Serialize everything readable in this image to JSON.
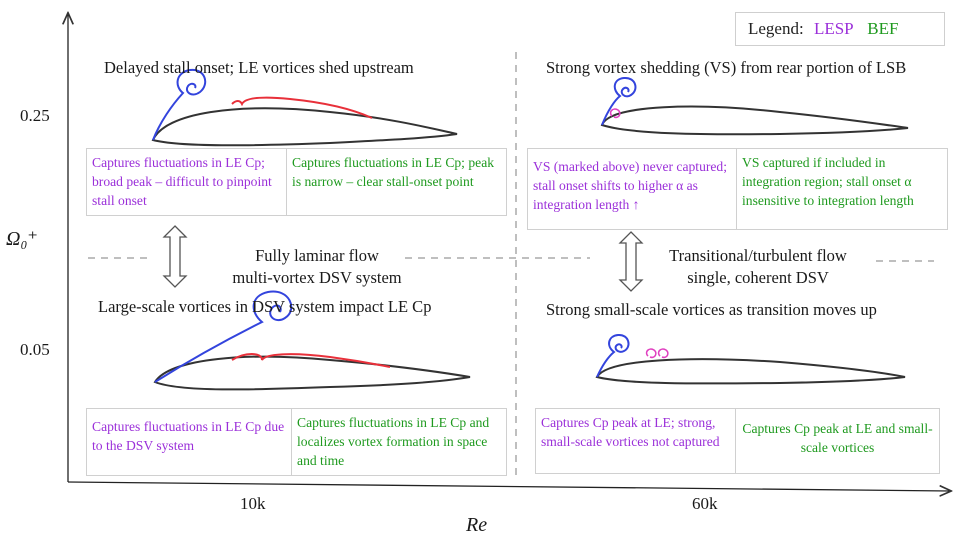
{
  "legend": {
    "label": "Legend:",
    "lesp": "LESP",
    "bef": "BEF"
  },
  "colors": {
    "lesp": "#9b30d9",
    "bef": "#1f9a1f",
    "vortex_blue": "#3344dd",
    "vortex_red": "#e8303a",
    "vortex_pink": "#e040c0"
  },
  "axes": {
    "y_label": "Ω₀⁺",
    "y_ticks": [
      "0.25",
      "0.05"
    ],
    "x_label": "Re",
    "x_ticks": [
      "10k",
      "60k"
    ]
  },
  "quadrants": {
    "top_left": {
      "heading": "Delayed stall onset; LE vortices shed upstream",
      "lesp": "Captures fluctuations in LE Cp; broad peak – difficult to pinpoint stall onset",
      "bef": "Captures fluctuations in LE Cp; peak is narrow – clear stall-onset point"
    },
    "top_right": {
      "heading": "Strong vortex shedding (VS) from rear portion of LSB",
      "lesp": "VS (marked above) never captured; stall onset shifts to higher α as integration length ↑",
      "bef": "VS captured if included in integration region; stall onset α insensitive to integration length"
    },
    "bottom_left": {
      "heading": "Large-scale vortices in DSV system impact LE Cp",
      "lesp": "Captures fluctuations in LE Cp due to the DSV system",
      "bef": "Captures fluctuations in LE Cp and localizes vortex formation in space and time"
    },
    "bottom_right": {
      "heading": "Strong small-scale vortices as transition moves up",
      "lesp": "Captures Cp peak at LE; strong, small-scale vortices not captured",
      "bef": "Captures Cp peak at LE and small-scale vortices"
    }
  },
  "middle": {
    "left_line1": "Fully laminar flow",
    "left_line2": "multi-vortex DSV system",
    "right_line1": "Transitional/turbulent flow",
    "right_line2": "single, coherent DSV"
  }
}
